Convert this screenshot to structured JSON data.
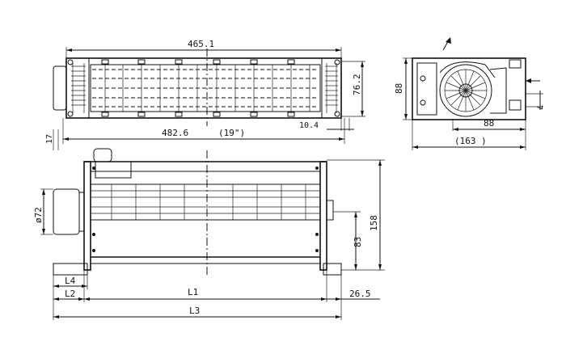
{
  "dimensions": {
    "top_length": "465.1",
    "mount_length": "482.6",
    "mount_inch": "(19\")",
    "flange_gap": "10.4",
    "top_height": "76.2",
    "side_h1": "88",
    "side_w": "88",
    "side_total": "(163 )",
    "side_small": "7",
    "left_offset": "17",
    "motor_dia": "ø72",
    "outlet_h": "83",
    "total_h": "158",
    "l4": "L4",
    "l2": "L2",
    "l1": "L1",
    "l3": "L3",
    "right_gap": "26.5"
  }
}
